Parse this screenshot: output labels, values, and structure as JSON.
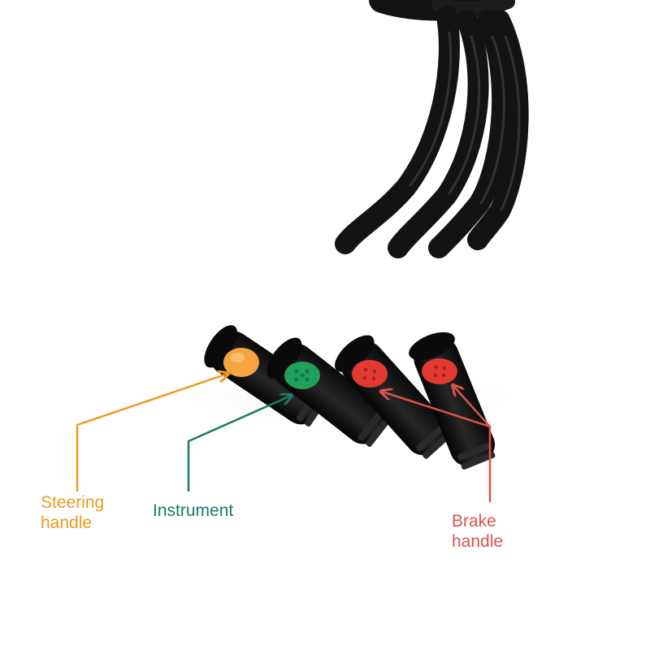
{
  "labels": {
    "steering": {
      "line1": "Steering",
      "line2": "handle"
    },
    "instrument": {
      "text": "Instrument"
    },
    "brake": {
      "line1": "Brake",
      "line2": "handle"
    }
  },
  "connectors": [
    {
      "name": "steering-handle-connector",
      "face_color": "#f6a341"
    },
    {
      "name": "instrument-connector",
      "face_color": "#1fa05c"
    },
    {
      "name": "brake-handle-connector-left",
      "face_color": "#e23a33"
    },
    {
      "name": "brake-handle-connector-right",
      "face_color": "#e23a33"
    }
  ],
  "colors": {
    "steering": "#f0981f",
    "instrument": "#187a68",
    "brake": "#d9534f",
    "cable": "#131313",
    "background": "#ffffff"
  }
}
